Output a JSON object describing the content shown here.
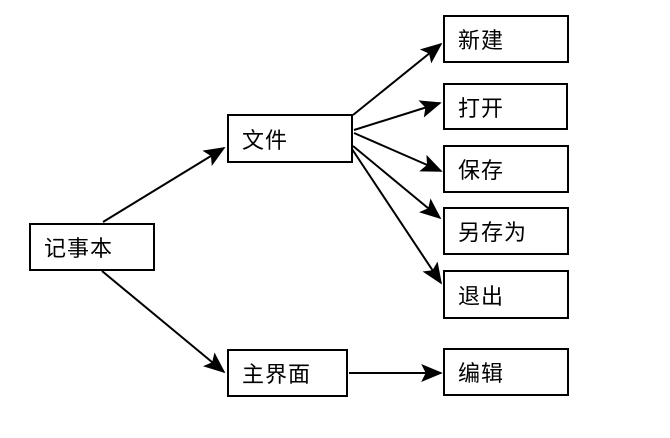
{
  "diagram": {
    "type": "tree",
    "nodes": {
      "notepad": {
        "label": "记事本"
      },
      "file": {
        "label": "文件"
      },
      "main_ui": {
        "label": "主界面"
      },
      "new": {
        "label": "新建"
      },
      "open": {
        "label": "打开"
      },
      "save": {
        "label": "保存"
      },
      "save_as": {
        "label": "另存为"
      },
      "exit": {
        "label": "退出"
      },
      "edit": {
        "label": "编辑"
      }
    },
    "edges": [
      {
        "from": "记事本",
        "to": "文件"
      },
      {
        "from": "记事本",
        "to": "主界面"
      },
      {
        "from": "文件",
        "to": "新建"
      },
      {
        "from": "文件",
        "to": "打开"
      },
      {
        "from": "文件",
        "to": "保存"
      },
      {
        "from": "文件",
        "to": "另存为"
      },
      {
        "from": "文件",
        "to": "退出"
      },
      {
        "from": "主界面",
        "to": "编辑"
      }
    ],
    "colors": {
      "background": "#ffffff",
      "box_border": "#000000",
      "arrow": "#000000",
      "text": "#000000"
    }
  }
}
